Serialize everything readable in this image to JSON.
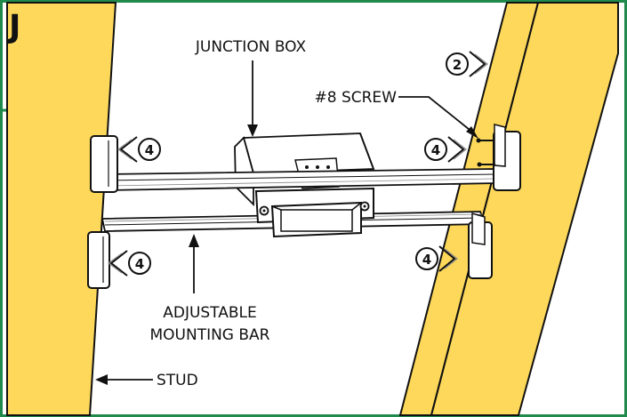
{
  "panel": {
    "letter": "J",
    "border_color": "#1f8a4c",
    "stud_color": "#fdd85a"
  },
  "labels": {
    "junction_box": "JUNCTION BOX",
    "screw": "#8 SCREW",
    "mounting_bar_line1": "ADJUSTABLE",
    "mounting_bar_line2": "MOUNTING BAR",
    "stud": "STUD"
  },
  "steps": {
    "top_right": "2",
    "bracket_top_left": "4",
    "bracket_top_right": "4",
    "bracket_bottom_left": "4",
    "bracket_bottom_right": "4"
  }
}
